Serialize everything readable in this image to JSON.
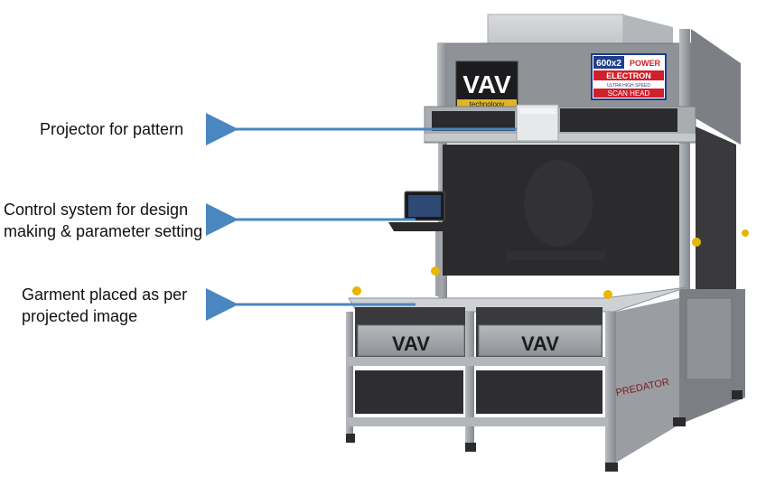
{
  "annotations": {
    "projector": [
      "Projector for pattern"
    ],
    "control": [
      "Control system for design",
      "making & parameter setting"
    ],
    "garment": [
      "Garment placed as per",
      "projected image"
    ]
  },
  "machine": {
    "logo_main": "VAV",
    "logo_sub": "technology",
    "scan_head_line1": "600x2",
    "scan_head_line1b": "POWER",
    "scan_head_line2": "ELECTRON",
    "scan_head_line3": "ULTRA HIGH SPEED",
    "scan_head_line4": "SCAN HEAD",
    "table_logo_left": "VAV",
    "table_logo_right": "VAV",
    "side_brand": "PREDATOR"
  },
  "colors": {
    "arrow": "#4a86c0",
    "frame": "#9ea3a8",
    "panel_dark": "#2b2b2d",
    "badge_red": "#d0202a",
    "badge_blue": "#1f3e8c"
  }
}
